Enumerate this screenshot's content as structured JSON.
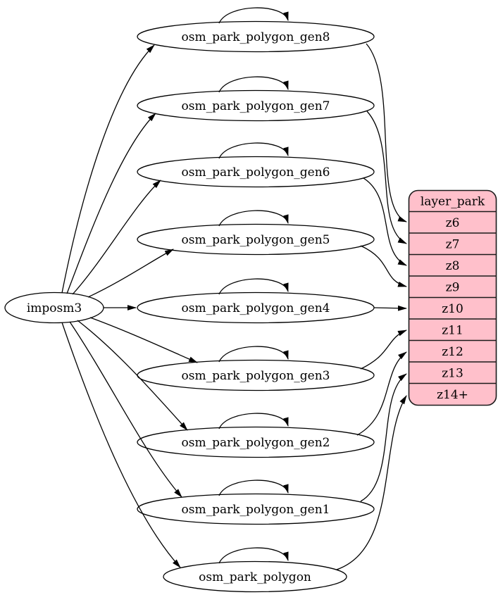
{
  "diagram": {
    "type": "dependency-graph",
    "source": {
      "label": "imposm3"
    },
    "generalized_tables": [
      {
        "label": "osm_park_polygon_gen8",
        "target_zoom": "z6"
      },
      {
        "label": "osm_park_polygon_gen7",
        "target_zoom": "z7"
      },
      {
        "label": "osm_park_polygon_gen6",
        "target_zoom": "z8"
      },
      {
        "label": "osm_park_polygon_gen5",
        "target_zoom": "z9"
      },
      {
        "label": "osm_park_polygon_gen4",
        "target_zoom": "z10"
      },
      {
        "label": "osm_park_polygon_gen3",
        "target_zoom": "z11"
      },
      {
        "label": "osm_park_polygon_gen2",
        "target_zoom": "z12"
      },
      {
        "label": "osm_park_polygon_gen1",
        "target_zoom": "z13"
      },
      {
        "label": "osm_park_polygon",
        "target_zoom": "z14+"
      }
    ],
    "layer_table": {
      "title": "layer_park",
      "rows": [
        "z6",
        "z7",
        "z8",
        "z9",
        "z10",
        "z11",
        "z12",
        "z13",
        "z14+"
      ]
    },
    "colors": {
      "layer_fill": "#ffc0cb",
      "node_fill": "#ffffff",
      "stroke": "#000000"
    }
  }
}
